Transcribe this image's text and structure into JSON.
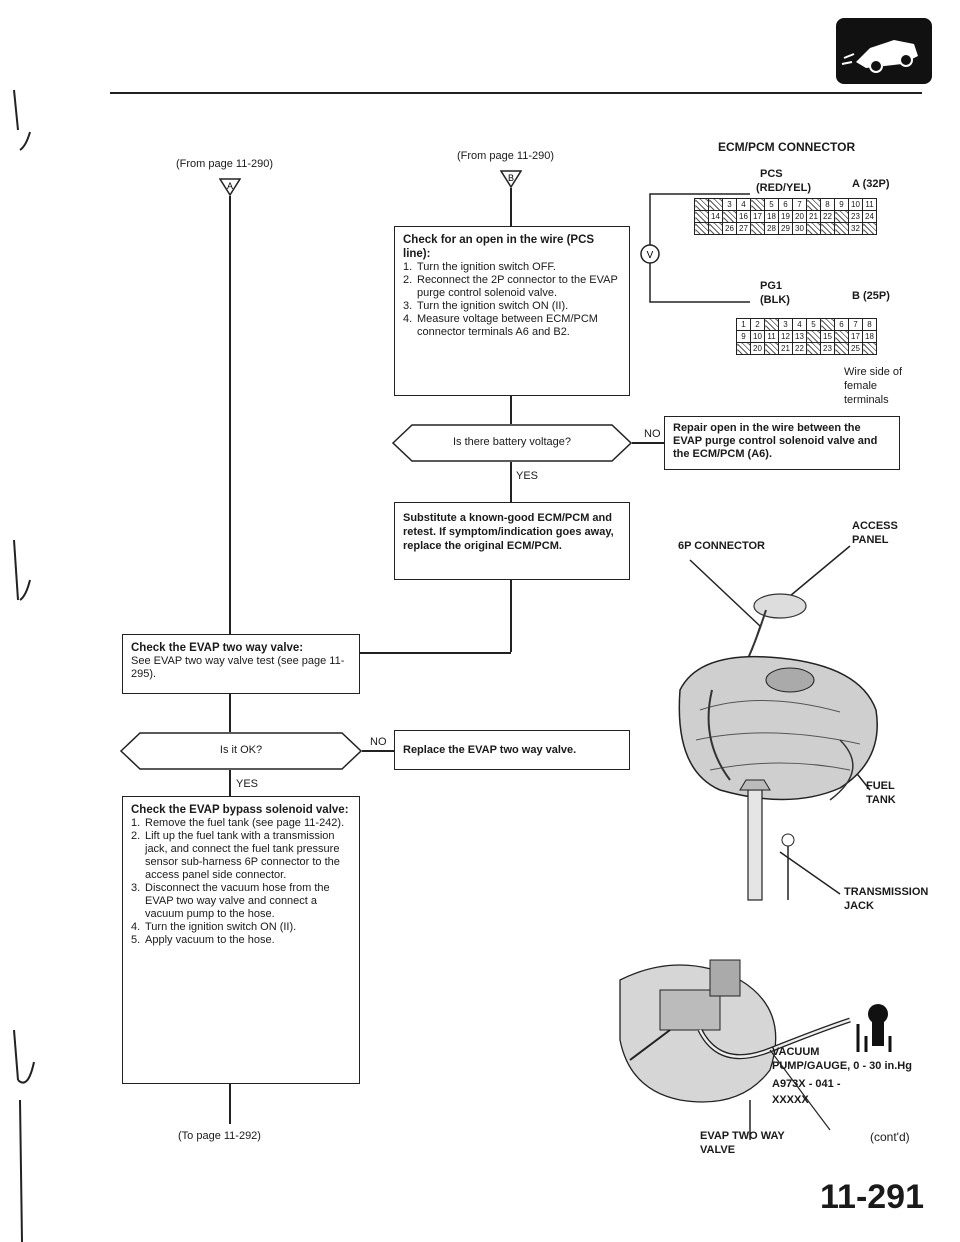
{
  "header": {
    "page_number": "11-291",
    "continued": "(cont'd)"
  },
  "flow": {
    "from_a": "(From page 11-290)",
    "from_b": "(From page 11-290)",
    "marker_a": "A",
    "marker_b": "B",
    "marker_v": "V",
    "to_page": "(To page 11-292)",
    "box1": {
      "title": "Check for an open in the wire (PCS line):",
      "steps": [
        {
          "n": "1.",
          "t": "Turn the ignition switch OFF."
        },
        {
          "n": "2.",
          "t": "Reconnect the 2P connector to the EVAP purge control solenoid valve."
        },
        {
          "n": "3.",
          "t": "Turn the ignition switch ON (II)."
        },
        {
          "n": "4.",
          "t": "Measure voltage between ECM/PCM connector terminals A6 and B2."
        }
      ]
    },
    "q1": "Is there battery voltage?",
    "no1": "NO",
    "yes1": "YES",
    "repair1": "Repair open in the wire between the EVAP purge control solenoid valve and the ECM/PCM (A6).",
    "box2": "Substitute a known-good ECM/PCM and retest. If symptom/indication goes away, replace the original ECM/PCM.",
    "box3_title": "Check the EVAP two way valve:",
    "box3_text": "See EVAP two way valve test (see page 11-295).",
    "q2": "Is it OK?",
    "no2": "NO",
    "yes2": "YES",
    "replace2": "Replace the EVAP two way valve.",
    "box4": {
      "title": "Check the EVAP bypass solenoid valve:",
      "steps": [
        {
          "n": "1.",
          "t": "Remove the fuel tank (see page 11-242)."
        },
        {
          "n": "2.",
          "t": "Lift up the fuel tank with a transmission jack, and connect the fuel tank pressure sensor sub-harness 6P connector to the access panel side connector."
        },
        {
          "n": "3.",
          "t": "Disconnect the vacuum hose from the EVAP two way valve and connect a vacuum pump to the hose."
        },
        {
          "n": "4.",
          "t": "Turn the ignition switch ON (II)."
        },
        {
          "n": "5.",
          "t": "Apply vacuum to the hose."
        }
      ]
    }
  },
  "connector": {
    "title": "ECM/PCM CONNECTOR",
    "pcs_label": "PCS",
    "pcs_color": "(RED/YEL)",
    "a_label": "A (32P)",
    "pg1_label": "PG1",
    "pg1_color": "(BLK)",
    "b_label": "B (25P)",
    "wire_side_1": "Wire side of",
    "wire_side_2": "female",
    "wire_side_3": "terminals",
    "a_rows": [
      [
        "",
        "",
        "3",
        "4",
        "",
        "5",
        "6",
        "7",
        "",
        "8",
        "9",
        "10",
        "11"
      ],
      [
        "",
        "14",
        "",
        "16",
        "17",
        "18",
        "19",
        "20",
        "21",
        "22",
        "",
        "23",
        "24"
      ],
      [
        "",
        "",
        "26",
        "27",
        "",
        "28",
        "29",
        "30",
        "",
        "",
        "",
        "32",
        ""
      ]
    ],
    "b_rows": [
      [
        "1",
        "2",
        "",
        "3",
        "4",
        "5",
        "",
        "6",
        "7",
        "8"
      ],
      [
        "9",
        "10",
        "11",
        "12",
        "13",
        "",
        "15",
        "",
        "17",
        "18"
      ],
      [
        "",
        "20",
        "",
        "21",
        "22",
        "",
        "23",
        "",
        "25",
        ""
      ]
    ]
  },
  "illus": {
    "sixp": "6P CONNECTOR",
    "access1": "ACCESS",
    "access2": "PANEL",
    "fuel1": "FUEL",
    "fuel2": "TANK",
    "trans1": "TRANSMISSION",
    "trans2": "JACK",
    "vac1": "VACUUM",
    "vac2": "PUMP/GAUGE, 0 - 30 in.Hg",
    "vac3": "A973X - 041 -",
    "vac4": "XXXXX",
    "evap1": "EVAP TWO WAY",
    "evap2": "VALVE"
  }
}
